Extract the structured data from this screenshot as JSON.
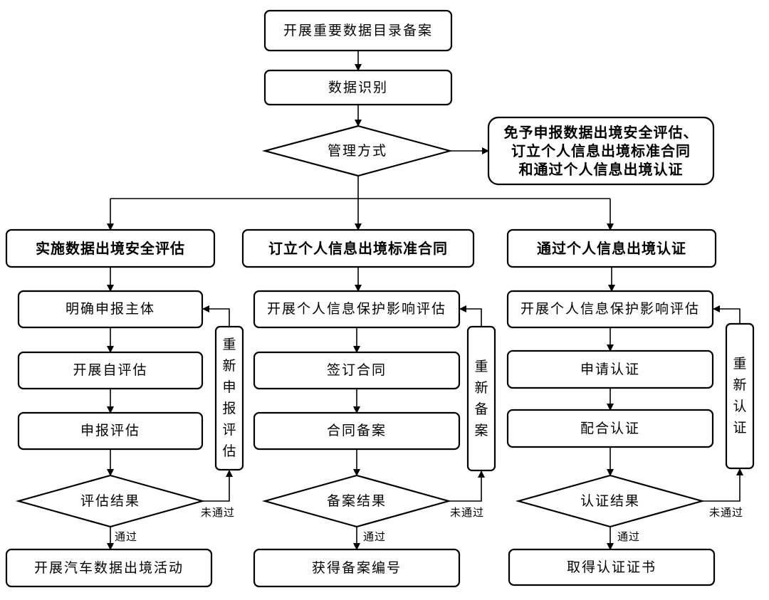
{
  "top": {
    "catalog_filing": "开展重要数据目录备案",
    "data_identification": "数据识别",
    "management_mode": "管理方式",
    "exemption": [
      "免予申报数据出境安全评估、",
      "订立个人信息出境标准合同",
      "和通过个人信息出境认证"
    ]
  },
  "branches": [
    {
      "title": "实施数据出境安全评估",
      "steps": [
        "明确申报主体",
        "开展自评估",
        "申报评估"
      ],
      "decision": "评估结果",
      "retry": "重新申报评估",
      "fail_label": "未通过",
      "pass_label": "通过",
      "outcome": "开展汽车数据出境活动"
    },
    {
      "title": "订立个人信息出境标准合同",
      "steps": [
        "开展个人信息保护影响评估",
        "签订合同",
        "合同备案"
      ],
      "decision": "备案结果",
      "retry": "重新备案",
      "fail_label": "未通过",
      "pass_label": "通过",
      "outcome": "获得备案编号"
    },
    {
      "title": "通过个人信息出境认证",
      "steps": [
        "开展个人信息保护影响评估",
        "申请认证",
        "配合认证"
      ],
      "decision": "认证结果",
      "retry": "重新认证",
      "fail_label": "未通过",
      "pass_label": "通过",
      "outcome": "取得认证证书"
    }
  ]
}
